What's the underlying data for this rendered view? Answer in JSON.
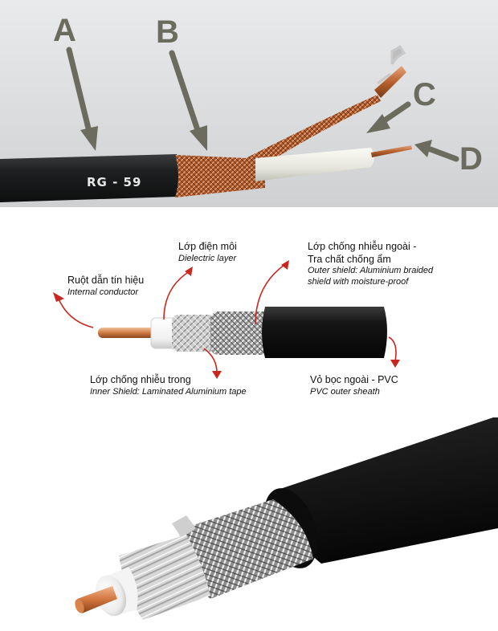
{
  "photo_top": {
    "markers": [
      "A",
      "B",
      "C",
      "D"
    ],
    "cable_print": "RG - 59"
  },
  "diagram": {
    "internal_conductor": {
      "vi": "Ruột dẫn tín hiệu",
      "en": "Internal conductor"
    },
    "dielectric": {
      "vi": "Lớp điện môi",
      "en": "Dielectric layer"
    },
    "outer_shield": {
      "vi1": "Lớp chống nhiễu ngoài -",
      "vi2": "Tra chất chống ẩm",
      "en1": "Outer shield: Aluminium braided",
      "en2": "shield with moisture-proof"
    },
    "inner_shield": {
      "vi": "Lớp chống nhiễu trong",
      "en": "Inner Shield: Laminated Aluminium tape"
    },
    "sheath": {
      "vi": "Vỏ bọc ngoài - PVC",
      "en": "PVC outer sheath"
    }
  },
  "colors": {
    "arrow_gray": "#6b6b5e",
    "arrow_red": "#c9261f",
    "copper": "#c8744a",
    "jacket": "#1a1a1a"
  }
}
